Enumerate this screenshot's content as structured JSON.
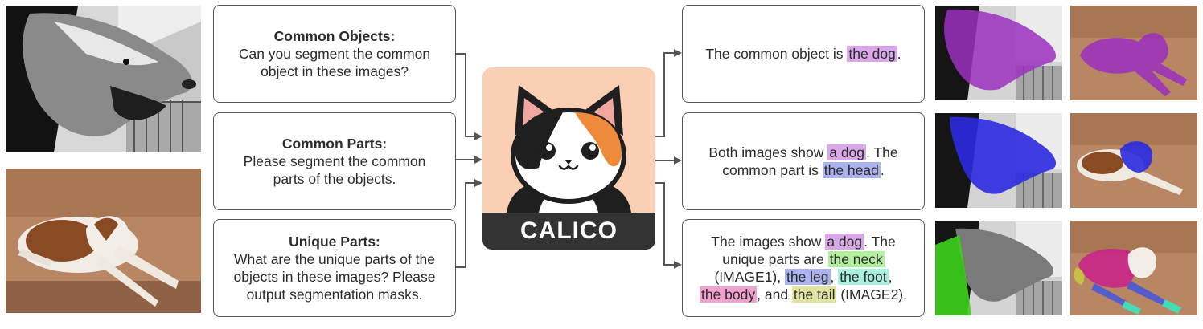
{
  "inputs": [
    {
      "title": "Common Objects:",
      "text": "Can you segment the common object in these images?"
    },
    {
      "title": "Common Parts:",
      "text": "Please segment the common parts of the objects."
    },
    {
      "title": "Unique Parts:",
      "text": "What are the unique parts of the objects in these images? Please output segmentation masks."
    }
  ],
  "logo": {
    "name": "CALICO"
  },
  "outputs": {
    "common_object": {
      "pre": "The common object is ",
      "hl": "the dog",
      "post": "."
    },
    "common_part": {
      "l1_pre": "Both images show ",
      "l1_hl": "a dog",
      "l1_post": ". The",
      "l2_pre": "common part is ",
      "l2_hl": "the head",
      "l2_post": "."
    },
    "unique_parts": {
      "l1_pre": "The images show ",
      "l1_hl": "a dog",
      "l1_post": ". The",
      "l2_pre": "unique parts are ",
      "l2_hl": "the neck",
      "l3_a": "(IMAGE1), ",
      "l3_hl1": "the leg",
      "l3_b": ", ",
      "l3_hl2": "the foot",
      "l3_c": ",",
      "l4_hl1": "the body",
      "l4_a": ", and ",
      "l4_hl2": "the tail",
      "l4_b": " (IMAGE2)."
    }
  },
  "colors": {
    "object_mask": "#9b2fc0",
    "head_mask": "#2a2ae0",
    "neck_mask": "#3cd21a",
    "leg_mask": "#4a58d6",
    "foot_mask": "#3fe0b8",
    "body_mask": "#c8208a",
    "tail_mask": "#c8c840"
  }
}
